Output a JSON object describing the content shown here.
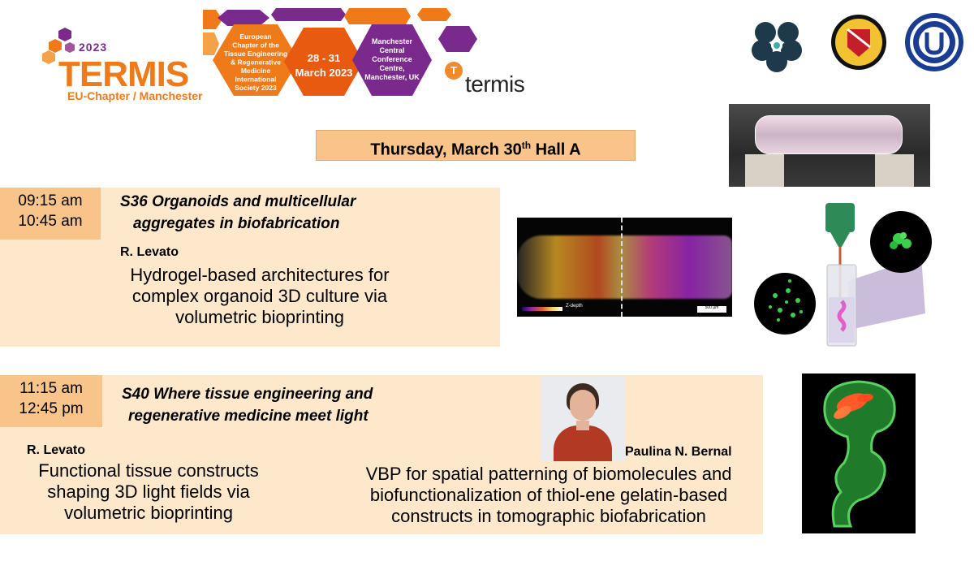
{
  "header": {
    "termis_logo": {
      "year": "2023",
      "word": "TERMIS",
      "subtitle": "EU-Chapter / Manchester"
    },
    "banner": {
      "society": [
        "European",
        "Chapter of the",
        "Tissue Engineering",
        "& Regenerative",
        "Medicine",
        "International",
        "Society 2023"
      ],
      "dates": [
        "28 - 31",
        "March 2023"
      ],
      "venue": [
        "Manchester",
        "Central",
        "Conference",
        "Centre,",
        "Manchester, UK"
      ]
    },
    "termis_small": {
      "mark": "T",
      "word": "termis"
    },
    "date_banner": {
      "prefix": "Thursday, March 30",
      "suffix": "th",
      "hall": " Hall A"
    }
  },
  "sessions": [
    {
      "time_start": "09:15 am",
      "time_end": "10:45 am",
      "title_line1": "S36 Organoids and multicellular",
      "title_line2": "aggregates  in biofabrication",
      "talks": [
        {
          "speaker": "R. Levato",
          "lines": [
            "Hydrogel-based architectures for",
            "complex organoid 3D culture via",
            "volumetric bioprinting"
          ]
        }
      ]
    },
    {
      "time_start": "11:15 am",
      "time_end": "12:45 pm",
      "title_line1": "S40 Where tissue engineering and",
      "title_line2": "regenerative  medicine meet light",
      "talks": [
        {
          "speaker": "R. Levato",
          "lines": [
            "Functional tissue constructs",
            "shaping 3D light fields via",
            "volumetric bioprinting"
          ]
        },
        {
          "speaker": "Paulina N. Bernal",
          "lines": [
            "VBP for spatial patterning of  biomolecules and",
            "biofunctionalization of thiol-ene  gelatin-based",
            "constructs in tomographic  biofabrication"
          ]
        }
      ]
    }
  ],
  "figures": {
    "zdepth_label": "Z-depth",
    "scale_label": "500 µm"
  },
  "colors": {
    "orange": "#ef7a1a",
    "purple": "#7a2a8c",
    "session_bg": "#fde8cc",
    "time_bg": "#f9c48a"
  }
}
